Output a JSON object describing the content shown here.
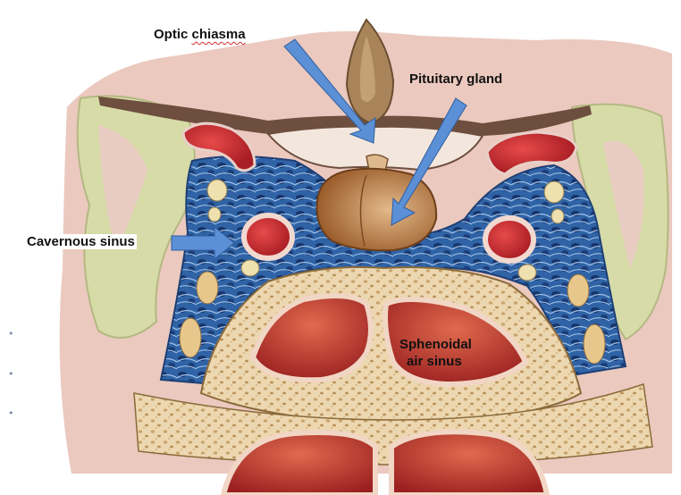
{
  "labels": {
    "optic_chiasma_prefix": "Optic ",
    "optic_chiasma_word": "chiasma",
    "pituitary_gland": "Pituitary gland",
    "cavernous_sinus": "Cavernous sinus",
    "sphenoidal_line1": "Sphenoidal",
    "sphenoidal_line2": "air sinus"
  },
  "edge_marks": [
    "•",
    "•",
    "•"
  ],
  "colors": {
    "arrow": "#5b8fd6",
    "brain_pink": "#ebc9bf",
    "white_matter": "#d6dba7",
    "venous_blue": "#2c5e9f",
    "artery_red": "#cc2a30",
    "pituitary": "#b97a43",
    "bone": "#ecd7b0",
    "sinus_red": "#b8312c"
  }
}
